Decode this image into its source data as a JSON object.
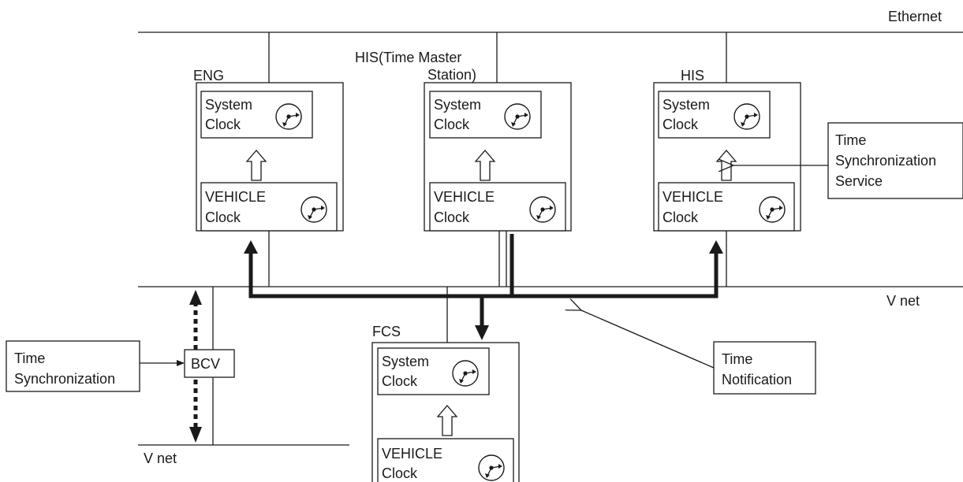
{
  "networks": {
    "ethernet_label": "Ethernet",
    "vnet_label": "V net",
    "vnet_bottom_label": "V net"
  },
  "stations": {
    "eng": {
      "title": "ENG",
      "system_clock": [
        "System",
        "Clock"
      ],
      "vehicle_clock": [
        "VEHICLE",
        "Clock"
      ]
    },
    "his_master": {
      "title": [
        "HIS(Time Master",
        "Station)"
      ],
      "system_clock": [
        "System",
        "Clock"
      ],
      "vehicle_clock": [
        "VEHICLE",
        "Clock"
      ]
    },
    "his": {
      "title": "HIS",
      "system_clock": [
        "System",
        "Clock"
      ],
      "vehicle_clock": [
        "VEHICLE",
        "Clock"
      ]
    },
    "fcs": {
      "title": "FCS",
      "system_clock": [
        "System",
        "Clock"
      ],
      "vehicle_clock": [
        "VEHICLE",
        "Clock"
      ]
    }
  },
  "callouts": {
    "time_sync_service": [
      "Time",
      "Synchronization",
      "Service"
    ],
    "time_sync": [
      "Time",
      "Synchronization"
    ],
    "time_notification": [
      "Time",
      "Notification"
    ],
    "bcv": "BCV"
  },
  "icons": {
    "clock": "clock-icon",
    "hollow_arrow": "hollow-up-arrow-icon"
  },
  "colors": {
    "line": "#1a1a1a",
    "background": "#ffffff"
  }
}
